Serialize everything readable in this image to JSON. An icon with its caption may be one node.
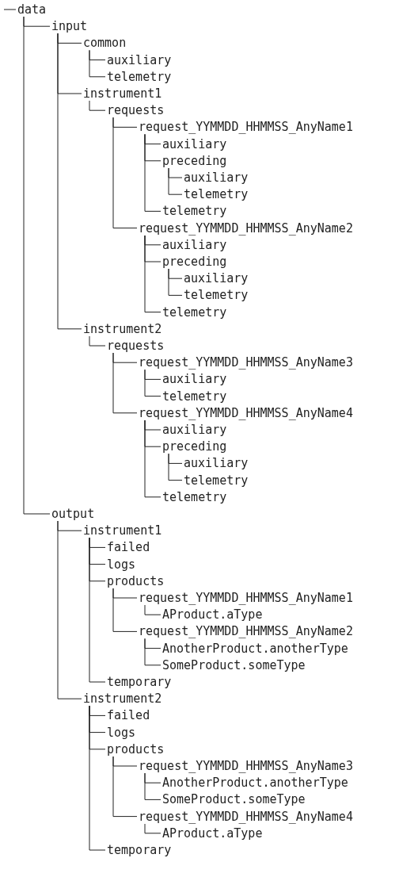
{
  "diagram": {
    "nodes": [
      {
        "text": [
          "data"
        ]
      },
      {
        "text": [
          "input"
        ]
      },
      {
        "text": [
          "common"
        ]
      },
      {
        "text": [
          "auxiliary"
        ]
      },
      {
        "text": [
          "telemetry"
        ]
      },
      {
        "text": [
          "instrument1"
        ]
      },
      {
        "text": [
          "requests"
        ]
      },
      {
        "text": [
          "request_YYMMDD_HHMMSS_AnyName1"
        ]
      },
      {
        "text": [
          "auxiliary"
        ]
      },
      {
        "text": [
          "preceding"
        ]
      },
      {
        "text": [
          "auxiliary"
        ]
      },
      {
        "text": [
          "telemetry"
        ]
      },
      {
        "text": [
          "telemetry"
        ]
      },
      {
        "text": [
          "request_YYMMDD_HHMMSS_AnyName2"
        ]
      },
      {
        "text": [
          "auxiliary"
        ]
      },
      {
        "text": [
          "preceding"
        ]
      },
      {
        "text": [
          "auxiliary"
        ]
      },
      {
        "text": [
          "telemetry"
        ]
      },
      {
        "text": [
          "telemetry"
        ]
      },
      {
        "text": [
          "instrument2"
        ]
      },
      {
        "text": [
          "requests"
        ]
      },
      {
        "text": [
          "request_YYMMDD_HHMMSS_AnyName3"
        ]
      },
      {
        "text": [
          "auxiliary"
        ]
      },
      {
        "text": [
          "telemetry"
        ]
      },
      {
        "text": [
          "request_YYMMDD_HHMMSS_AnyName4"
        ]
      },
      {
        "text": [
          "auxiliary"
        ]
      },
      {
        "text": [
          "preceding"
        ]
      },
      {
        "text": [
          "auxiliary"
        ]
      },
      {
        "text": [
          "telemetry"
        ]
      },
      {
        "text": [
          "telemetry"
        ]
      },
      {
        "text": [
          "output"
        ]
      },
      {
        "text": [
          "instrument1"
        ]
      },
      {
        "text": [
          "failed"
        ]
      },
      {
        "text": [
          "logs"
        ]
      },
      {
        "text": [
          "products"
        ]
      },
      {
        "text": [
          "request_YYMMDD_HHMMSS_AnyName1"
        ]
      },
      {
        "text": [
          "AProduct.aType"
        ]
      },
      {
        "text": [
          "request_YYMMDD_HHMMSS_AnyName2"
        ]
      },
      {
        "text": [
          "AnotherProduct.anotherType"
        ]
      },
      {
        "text": [
          "SomeProduct.someType"
        ]
      },
      {
        "text": [
          "temporary"
        ]
      },
      {
        "text": [
          "instrument2"
        ]
      },
      {
        "text": [
          "failed"
        ]
      },
      {
        "text": [
          "logs"
        ]
      },
      {
        "text": [
          "products"
        ]
      },
      {
        "text": [
          "request_YYMMDD_HHMMSS_AnyName3"
        ]
      },
      {
        "text": [
          "AnotherProduct.anotherType"
        ]
      },
      {
        "text": [
          "SomeProduct.someType"
        ]
      },
      {
        "text": [
          "request_YYMMDD_HHMMSS_AnyName4"
        ]
      },
      {
        "text": [
          "AProduct.aType"
        ]
      },
      {
        "text": [
          "temporary"
        ]
      }
    ],
    "edges": [
      {
        "from": null,
        "to": 0,
        "arrow": "none"
      },
      {
        "from": 0,
        "to": 1,
        "arrow": "none"
      },
      {
        "from": 1,
        "to": 2,
        "arrow": "none"
      },
      {
        "from": 2,
        "to": 3,
        "arrow": "none"
      },
      {
        "from": 2,
        "to": 4,
        "arrow": "none"
      },
      {
        "from": 1,
        "to": 5,
        "arrow": "none"
      },
      {
        "from": 5,
        "to": 6,
        "arrow": "none"
      },
      {
        "from": 6,
        "to": 7,
        "arrow": "none"
      },
      {
        "from": 7,
        "to": 8,
        "arrow": "none"
      },
      {
        "from": 7,
        "to": 9,
        "arrow": "none"
      },
      {
        "from": 9,
        "to": 10,
        "arrow": "none"
      },
      {
        "from": 9,
        "to": 11,
        "arrow": "none"
      },
      {
        "from": 7,
        "to": 12,
        "arrow": "none"
      },
      {
        "from": 6,
        "to": 13,
        "arrow": "none"
      },
      {
        "from": 13,
        "to": 14,
        "arrow": "none"
      },
      {
        "from": 13,
        "to": 15,
        "arrow": "none"
      },
      {
        "from": 15,
        "to": 16,
        "arrow": "none"
      },
      {
        "from": 15,
        "to": 17,
        "arrow": "none"
      },
      {
        "from": 13,
        "to": 18,
        "arrow": "none"
      },
      {
        "from": 1,
        "to": 19,
        "arrow": "none"
      },
      {
        "from": 19,
        "to": 20,
        "arrow": "none"
      },
      {
        "from": 20,
        "to": 21,
        "arrow": "none"
      },
      {
        "from": 21,
        "to": 22,
        "arrow": "none"
      },
      {
        "from": 21,
        "to": 23,
        "arrow": "none"
      },
      {
        "from": 20,
        "to": 24,
        "arrow": "none"
      },
      {
        "from": 24,
        "to": 25,
        "arrow": "none"
      },
      {
        "from": 24,
        "to": 26,
        "arrow": "none"
      },
      {
        "from": 26,
        "to": 27,
        "arrow": "none"
      },
      {
        "from": 26,
        "to": 28,
        "arrow": "none"
      },
      {
        "from": 24,
        "to": 29,
        "arrow": "none"
      },
      {
        "from": 0,
        "to": 30,
        "arrow": "none"
      },
      {
        "from": 30,
        "to": 31,
        "arrow": "none"
      },
      {
        "from": 31,
        "to": 32,
        "arrow": "none"
      },
      {
        "from": 31,
        "to": 33,
        "arrow": "none"
      },
      {
        "from": 31,
        "to": 34,
        "arrow": "none"
      },
      {
        "from": 34,
        "to": 35,
        "arrow": "none"
      },
      {
        "from": 35,
        "to": 36,
        "arrow": "none"
      },
      {
        "from": 34,
        "to": 37,
        "arrow": "none"
      },
      {
        "from": 37,
        "to": 38,
        "arrow": "none"
      },
      {
        "from": 37,
        "to": 39,
        "arrow": "none"
      },
      {
        "from": 31,
        "to": 40,
        "arrow": "none"
      },
      {
        "from": 30,
        "to": 41,
        "arrow": "none"
      },
      {
        "from": 41,
        "to": 42,
        "arrow": "none"
      },
      {
        "from": 41,
        "to": 43,
        "arrow": "none"
      },
      {
        "from": 41,
        "to": 44,
        "arrow": "none"
      },
      {
        "from": 44,
        "to": 45,
        "arrow": "none"
      },
      {
        "from": 45,
        "to": 46,
        "arrow": "none"
      },
      {
        "from": 45,
        "to": 47,
        "arrow": "none"
      },
      {
        "from": 44,
        "to": 48,
        "arrow": "none"
      },
      {
        "from": 48,
        "to": 49,
        "arrow": "none"
      },
      {
        "from": 41,
        "to": 50,
        "arrow": "none"
      }
    ]
  }
}
